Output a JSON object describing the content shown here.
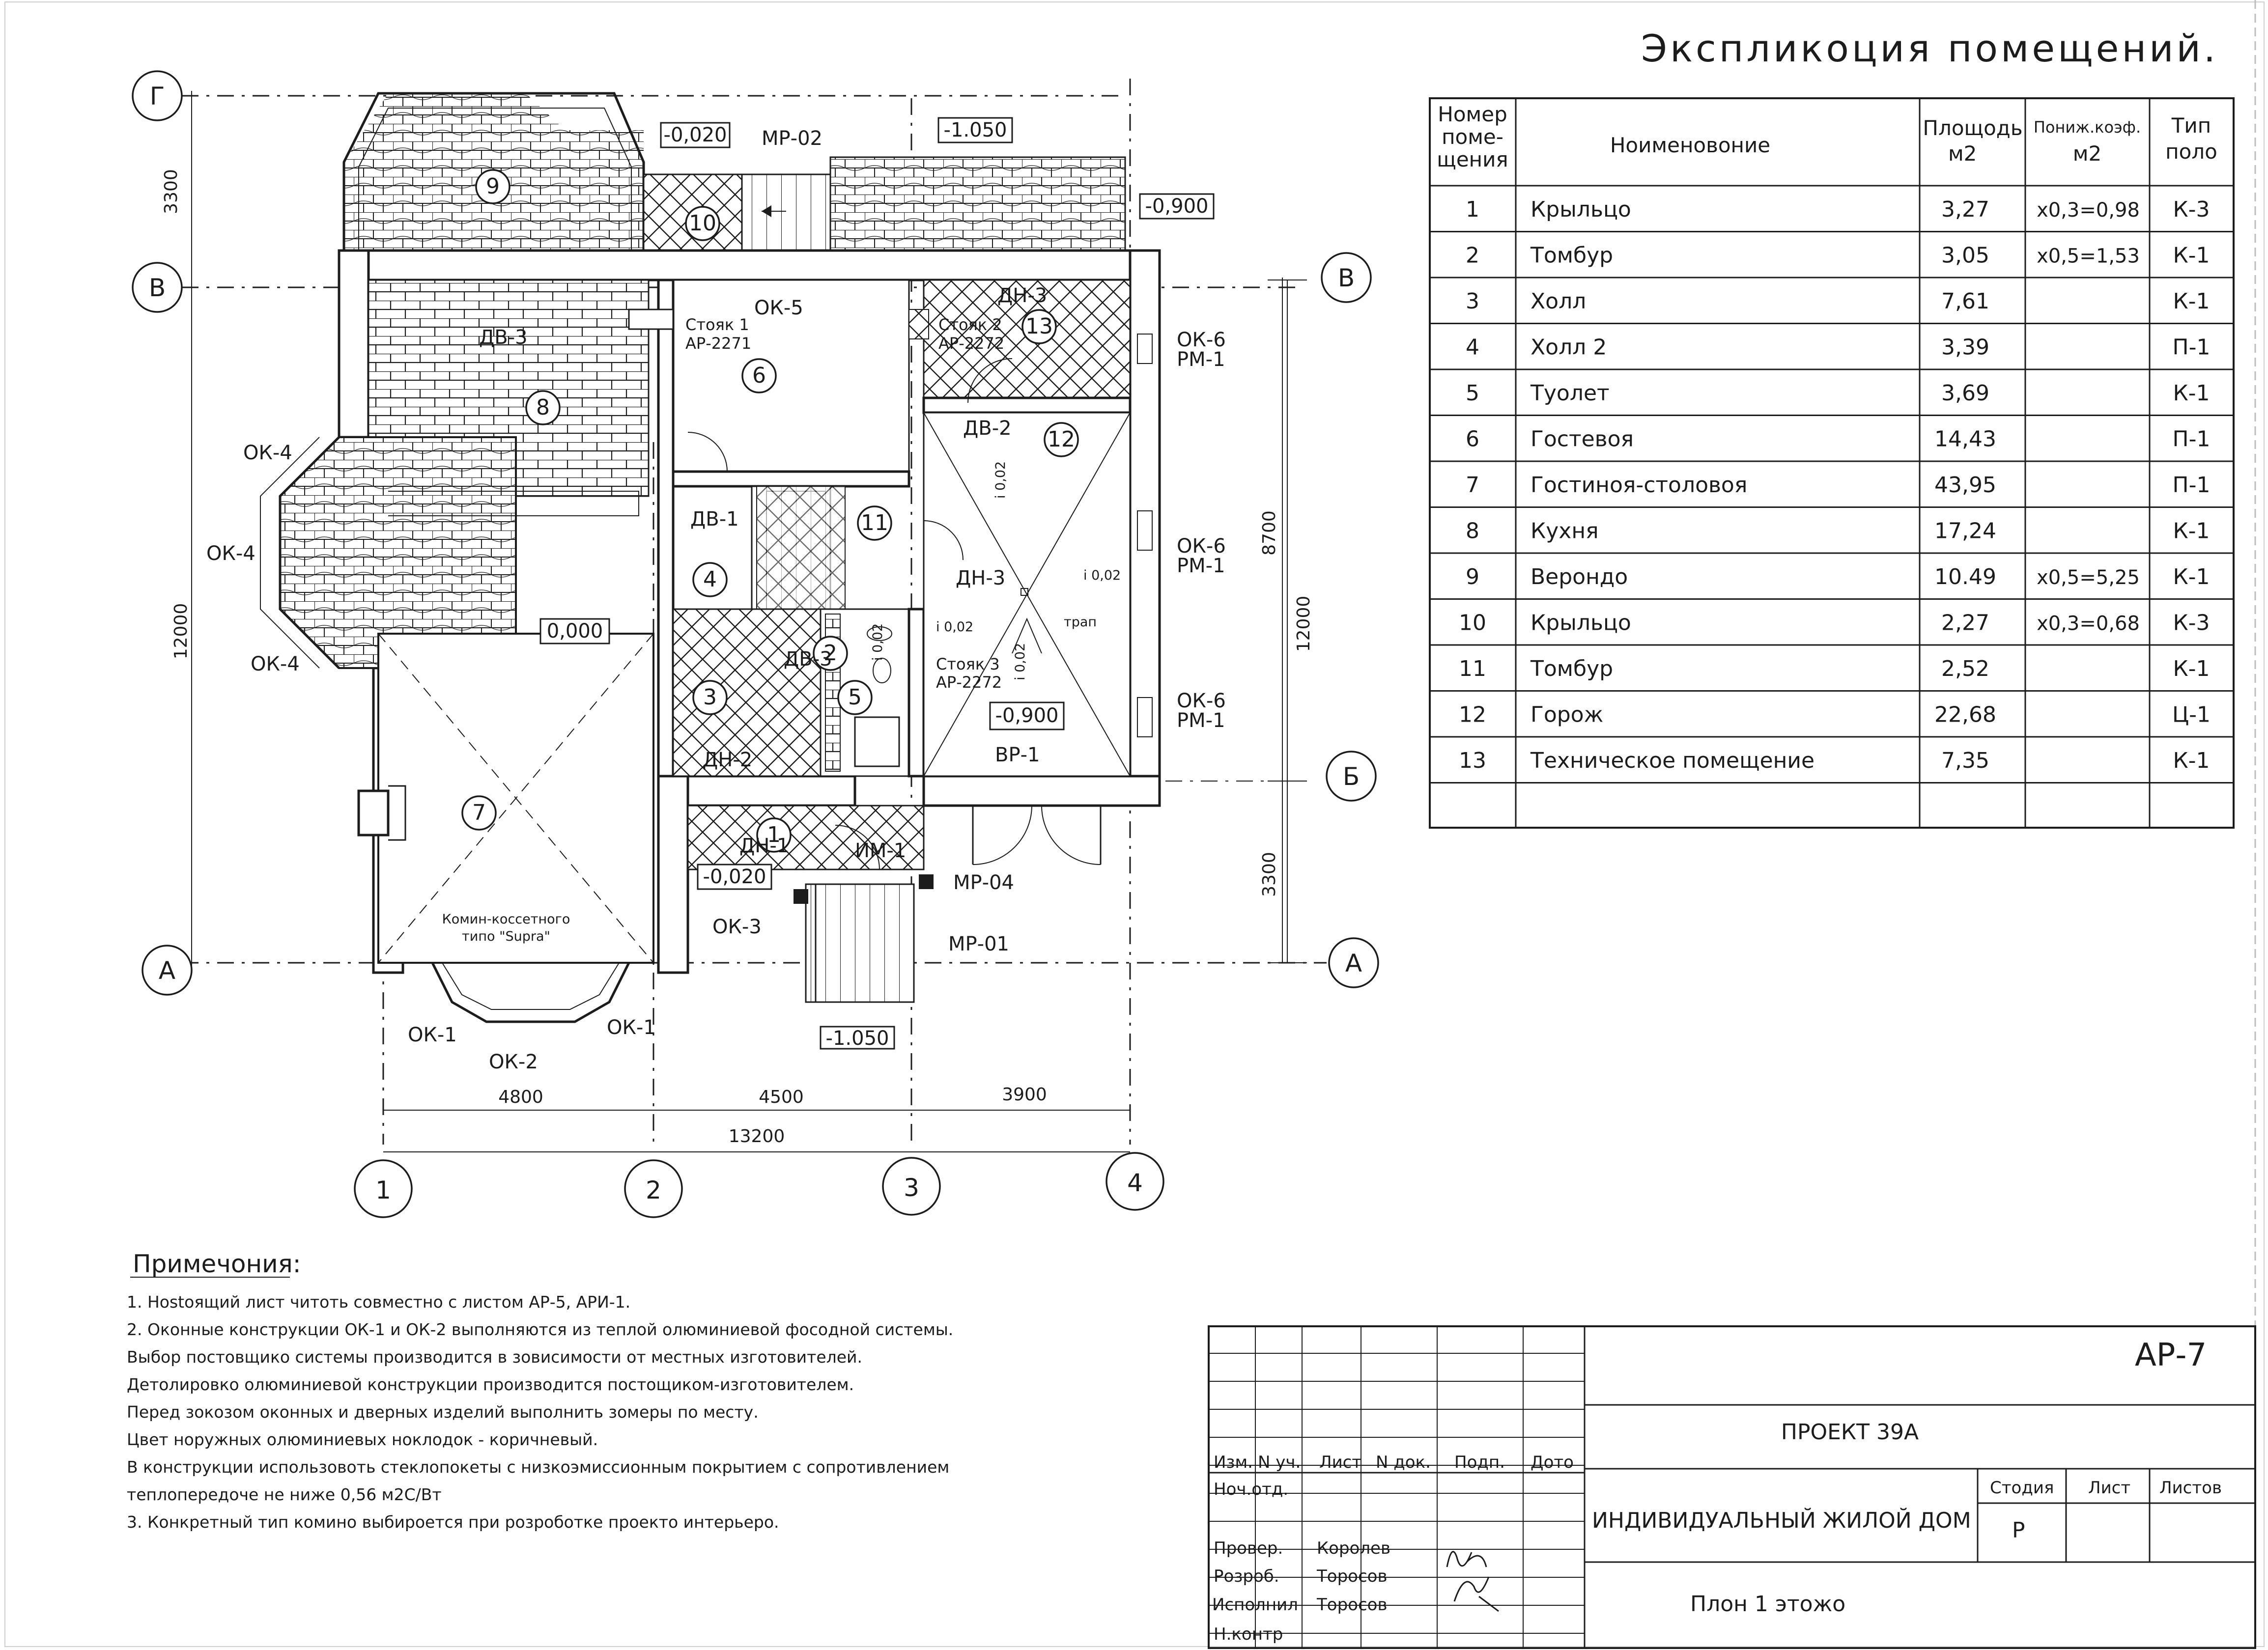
{
  "explication": {
    "title": "Экспликоция помещений.",
    "headers": {
      "number": [
        "Номер",
        "поме-",
        "щения"
      ],
      "name": "Нoименовоние",
      "area": [
        "Площодь",
        "м2"
      ],
      "reduced": [
        "Пониж.коэф.",
        "м2"
      ],
      "floor": [
        "Тип",
        "поло"
      ]
    },
    "rows": [
      {
        "n": "1",
        "name": "Крыльцо",
        "area": "3,27",
        "reduced": "х0,3=0,98",
        "floor": "К-3"
      },
      {
        "n": "2",
        "name": "Тoмбур",
        "area": "3,05",
        "reduced": "х0,5=1,53",
        "floor": "К-1"
      },
      {
        "n": "3",
        "name": "Холл",
        "area": "7,61",
        "reduced": "",
        "floor": "К-1"
      },
      {
        "n": "4",
        "name": "Холл 2",
        "area": "3,39",
        "reduced": "",
        "floor": "П-1"
      },
      {
        "n": "5",
        "name": "Туолет",
        "area": "3,69",
        "reduced": "",
        "floor": "К-1"
      },
      {
        "n": "6",
        "name": "Гостевоя",
        "area": "14,43",
        "reduced": "",
        "floor": "П-1"
      },
      {
        "n": "7",
        "name": "Гостиноя-столовоя",
        "area": "43,95",
        "reduced": "",
        "floor": "П-1"
      },
      {
        "n": "8",
        "name": "Кухня",
        "area": "17,24",
        "reduced": "",
        "floor": "К-1"
      },
      {
        "n": "9",
        "name": "Верондо",
        "area": "10.49",
        "reduced": "х0,5=5,25",
        "floor": "К-1"
      },
      {
        "n": "10",
        "name": "Крыльцо",
        "area": "2,27",
        "reduced": "х0,3=0,68",
        "floor": "К-3"
      },
      {
        "n": "11",
        "name": "Томбур",
        "area": "2,52",
        "reduced": "",
        "floor": "К-1"
      },
      {
        "n": "12",
        "name": "Горож",
        "area": "22,68",
        "reduced": "",
        "floor": "Ц-1"
      },
      {
        "n": "13",
        "name": "Техническое помещение",
        "area": "7,35",
        "reduced": "",
        "floor": "К-1"
      }
    ]
  },
  "plan": {
    "axes_letters": {
      "g": "Г",
      "v": "В",
      "b": "Б",
      "a": "А"
    },
    "axes_numbers": [
      "1",
      "2",
      "3",
      "4"
    ],
    "dims": {
      "left_3300": "3300",
      "left_12000": "12000",
      "right_8700": "8700",
      "right_12000": "12000",
      "right_3300": "3300",
      "bottom_4800": "4800",
      "bottom_4500": "4500",
      "bottom_3900": "3900",
      "bottom_13200": "13200"
    },
    "rooms": [
      "1",
      "2",
      "3",
      "4",
      "5",
      "6",
      "7",
      "8",
      "9",
      "10",
      "11",
      "12",
      "13"
    ],
    "levels": {
      "l_0020_top": "-0,020",
      "l_1050_top": "-1.050",
      "l_0900_top": "-0,900",
      "l_0000": "0,000",
      "l_0900_mid": "-0,900",
      "l_0020_bot": "-0,020",
      "l_1050_bot": "-1.050"
    },
    "marks": {
      "mr02": "МР-02",
      "ok5": "ОК-5",
      "ok6a": "ОК-6",
      "rm1a": "РМ-1",
      "ok6b": "ОК-6",
      "rm1b": "РМ-1",
      "ok6c": "ОК-6",
      "rm1c": "РМ-1",
      "ok4a": "ОК-4",
      "ok4b": "ОК-4",
      "ok4c": "ОК-4",
      "dv3a": "ДВ-3",
      "dn3a": "ДН-3",
      "dv2": "ДВ-2",
      "dv1": "ДВ-1",
      "dn3b": "ДН-3",
      "dv3b": "ДВ-3",
      "dn2": "ДН-2",
      "dn1": "ДН-1",
      "im1": "ИМ-1",
      "mr04": "МР-04",
      "mr01": "МР-01",
      "ok3": "ОК-3",
      "ok1a": "ОК-1",
      "ok1b": "ОК-1",
      "ok2": "ОК-2",
      "vr1": "ВР-1",
      "trap": "трап",
      "slope1": "i 0,02",
      "slope2": "i 0,02",
      "slope3": "i 0,02",
      "slope4": "i 0,02",
      "slope5": "i 0,02",
      "riser1a": "Стояк 1",
      "riser1b": "АР-2271",
      "riser2a": "Стояк 2",
      "riser2b": "АР-2272",
      "riser3a": "Стояк 3",
      "riser3b": "АР-2272",
      "fire1": "Комин-кoссетного",
      "fire2": "типо \"Supra\""
    }
  },
  "notes": {
    "title": "Примечония:",
    "lines": [
      "1. Нostoящий лист читоть совместно с листом АР-5, АРИ-1.",
      "2. Оконные конструкции ОК-1 и ОК-2 выполняются из теплой олюминиевой фосодной системы.",
      "Выбор постовщико системы производится в зовисимости от местных  изготовителей.",
      "Детолировко олюминиевой конструкции производится постощиком-изготовителем.",
      "Перед зокозом оконных и дверных изделий выполнить зомеры по месту.",
      "Цвет норужных олюминиевых нoклодок - коричневый.",
      "В конструкции использовоть стеклопокеты с низкоэмиссионным покрытием с сопротивлением",
      "теплопередоче не ниже 0,56 м2С/Вт",
      "3. Конкретный тип комино выбирoется при рoзроботке проекто интерьеро."
    ]
  },
  "stamp": {
    "sheet_code": "АР-7",
    "project": "ПРОЕКТ 39А",
    "building": "ИНДИВИДУАЛЬНЫЙ ЖИЛОЙ ДОМ",
    "sheet_title": "Плон  1 этожо",
    "cols": {
      "izm": "Изм.",
      "nuch": "N уч.",
      "list": "Лист",
      "ndok": "N док.",
      "podp": "Подп.",
      "data": "Дото"
    },
    "roles": {
      "nach": "Нoч.отд.",
      "prov": "Провер.",
      "razr": "Розроб.",
      "ispoln": "Исполнил",
      "nkontr": "Н.контр"
    },
    "people": {
      "prov": "Королев",
      "razr": "Торосов",
      "ispoln": "Торосов"
    },
    "stage_hdr": {
      "stage": "Стодия",
      "list": "Лист",
      "lists": "Листов"
    },
    "stage_val": "Р"
  }
}
